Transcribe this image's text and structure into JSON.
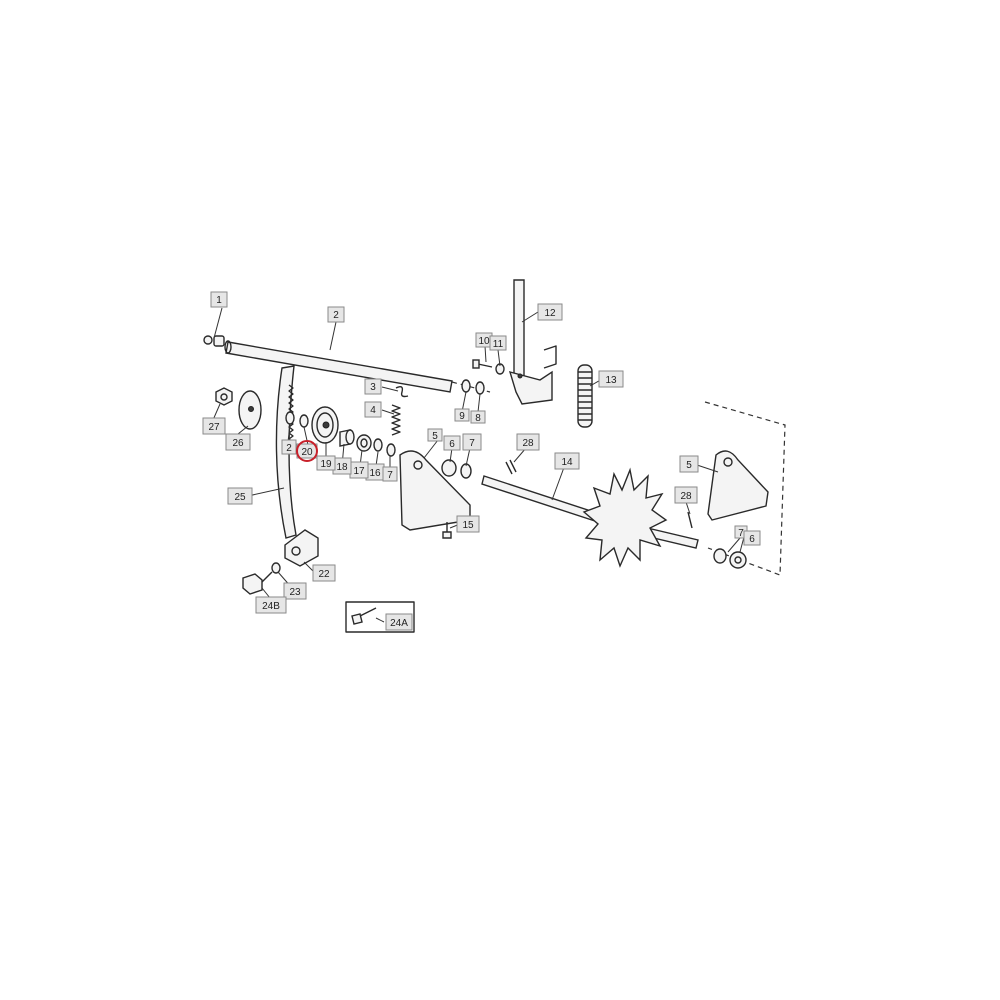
{
  "callouts": [
    "1",
    "2",
    "3",
    "4",
    "5",
    "6",
    "7",
    "8",
    "9",
    "10",
    "11",
    "12",
    "13",
    "14",
    "15",
    "16",
    "17",
    "18",
    "19",
    "20",
    "22",
    "23",
    "24A",
    "24B",
    "25",
    "26",
    "27",
    "28"
  ]
}
